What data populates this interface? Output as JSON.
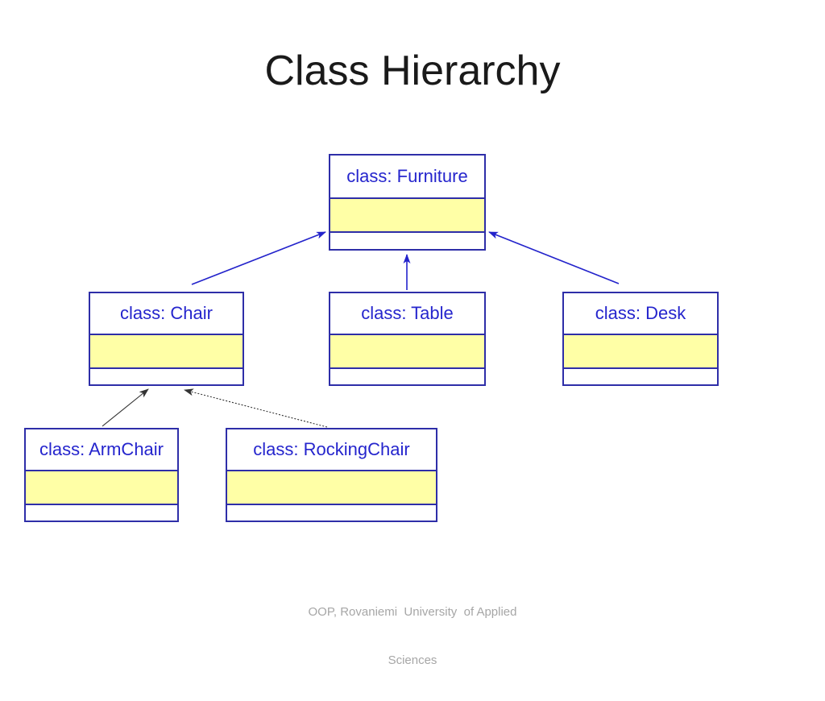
{
  "slide": {
    "title": "Class Hierarchy",
    "footer": {
      "line1": "OOP, Rovaniemi  University  of Applied",
      "line2": "Sciences"
    }
  },
  "diagram": {
    "type": "uml-class-hierarchy",
    "classes": [
      {
        "name": "Furniture",
        "label": "class: Furniture"
      },
      {
        "name": "Chair",
        "label": "class: Chair"
      },
      {
        "name": "Table",
        "label": "class: Table"
      },
      {
        "name": "Desk",
        "label": "class: Desk"
      },
      {
        "name": "ArmChair",
        "label": "class: ArmChair"
      },
      {
        "name": "RockingChair",
        "label": "class: RockingChair"
      }
    ],
    "relations": [
      {
        "from": "Chair",
        "to": "Furniture",
        "line": "solid",
        "color": "#2323CB"
      },
      {
        "from": "Table",
        "to": "Furniture",
        "line": "solid",
        "color": "#2323CB"
      },
      {
        "from": "Desk",
        "to": "Furniture",
        "line": "solid",
        "color": "#2323CB"
      },
      {
        "from": "ArmChair",
        "to": "Chair",
        "line": "solid",
        "color": "#333333"
      },
      {
        "from": "RockingChair",
        "to": "Chair",
        "line": "dotted",
        "color": "#333333"
      }
    ],
    "colors": {
      "box_border": "#2E2EA8",
      "box_label": "#2525CD",
      "attribute_fill": "#FFFFA6",
      "arrow_blue": "#2323CB",
      "arrow_dark": "#333333",
      "footer_text": "#A6A6A6",
      "title_text": "#1A1A1A"
    }
  }
}
